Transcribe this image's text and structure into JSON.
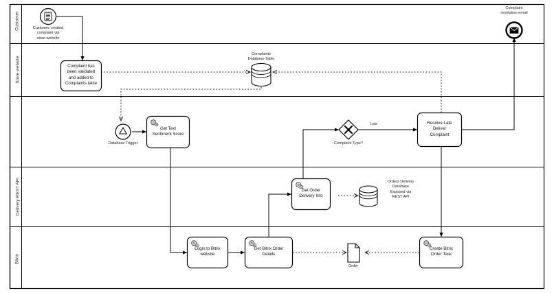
{
  "diagram": {
    "type": "bpmn-process-diagram",
    "pool": {
      "name": "",
      "lanes": [
        {
          "id": "customer",
          "label": "Customer"
        },
        {
          "id": "store-website",
          "label": "Store website"
        },
        {
          "id": "unnamed",
          "label": ""
        },
        {
          "id": "delivery-rest-api",
          "label": "Delivery REST API"
        },
        {
          "id": "bitrix",
          "label": "Bitrix"
        }
      ]
    },
    "events": [
      {
        "id": "start-complaint",
        "kind": "start-event",
        "icon": "form-icon",
        "label": "Customer created\ncomplaint via\nstore website",
        "lane": "customer"
      },
      {
        "id": "database-trigger",
        "kind": "start-event",
        "icon": "signal-icon",
        "label": "Database Trigger",
        "lane": "unnamed"
      },
      {
        "id": "end-resolution-email",
        "kind": "end-event",
        "icon": "envelope-icon",
        "label": "Complaint\nresolution email",
        "lane": "customer"
      }
    ],
    "tasks": [
      {
        "id": "complaint-validated",
        "label": "Complaint has\nbeen validated\nand added to\nComplaints table",
        "icon": "none",
        "lane": "store-website"
      },
      {
        "id": "get-text-sentiment-score",
        "label": "Get Text\nSentiment Score",
        "icon": "service-icon",
        "lane": "unnamed"
      },
      {
        "id": "resolve-late-deliver-complaint",
        "label": "Resolve Late\nDeliver\nComplaint",
        "icon": "none",
        "lane": "unnamed"
      },
      {
        "id": "get-order-delivery-info",
        "label": "Get Order\nDelivery Info",
        "icon": "service-icon",
        "lane": "delivery-rest-api"
      },
      {
        "id": "login-to-bitrix-website",
        "label": "Login to Bitrix\nwebsite",
        "icon": "service-icon",
        "lane": "bitrix"
      },
      {
        "id": "get-bitrix-order-details",
        "label": "Get Bitrix Order\nDetails",
        "icon": "service-icon",
        "lane": "bitrix"
      },
      {
        "id": "create-bitrix-order-task",
        "label": "Create Bitrix\nOrder Task",
        "icon": "service-icon",
        "lane": "bitrix"
      }
    ],
    "gateways": [
      {
        "id": "complaint-type",
        "kind": "exclusive",
        "symbol": "X",
        "label": "Complaint Type?",
        "lane": "unnamed"
      }
    ],
    "data_stores": [
      {
        "id": "complaints-database-table",
        "label": "Complaints\nDatabase Table",
        "lane": "store-website"
      },
      {
        "id": "orders-delivery-database",
        "label": "Orders Delivery\nDatabase\nExposed via\nREST API",
        "lane": "delivery-rest-api"
      }
    ],
    "data_objects": [
      {
        "id": "order",
        "label": "Order",
        "lane": "bitrix"
      }
    ],
    "flow_labels": [
      {
        "id": "late",
        "label": "Late"
      }
    ]
  }
}
